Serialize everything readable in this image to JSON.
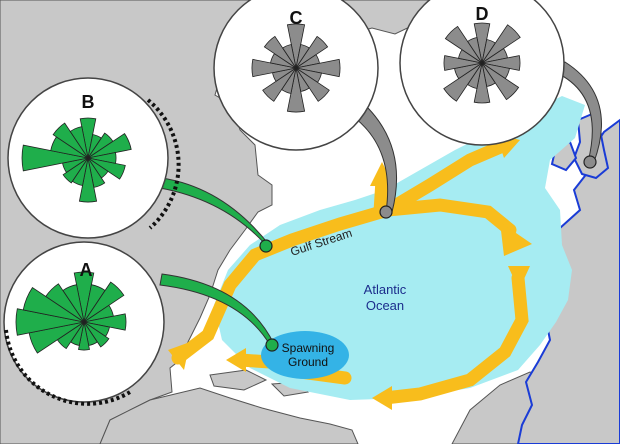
{
  "panels": [
    {
      "id": "A",
      "label": "A",
      "fill": "#1fae4b"
    },
    {
      "id": "B",
      "label": "B",
      "fill": "#1fae4b"
    },
    {
      "id": "C",
      "label": "C",
      "fill": "#8c8c8c"
    },
    {
      "id": "D",
      "label": "D",
      "fill": "#8c8c8c"
    }
  ],
  "labels": {
    "current": "Gulf Stream",
    "ocean_line1": "Atlantic",
    "ocean_line2": "Ocean",
    "spawning_line1": "Spawning",
    "spawning_line2": "Ground"
  },
  "colors": {
    "land": "#c8c8c8",
    "water": "#a6ecf2",
    "current": "#f8bd1c",
    "coast_europe": "#1a3cd6",
    "spawning": "#34b3e6",
    "green": "#1fae4b",
    "gray": "#8c8c8c"
  }
}
